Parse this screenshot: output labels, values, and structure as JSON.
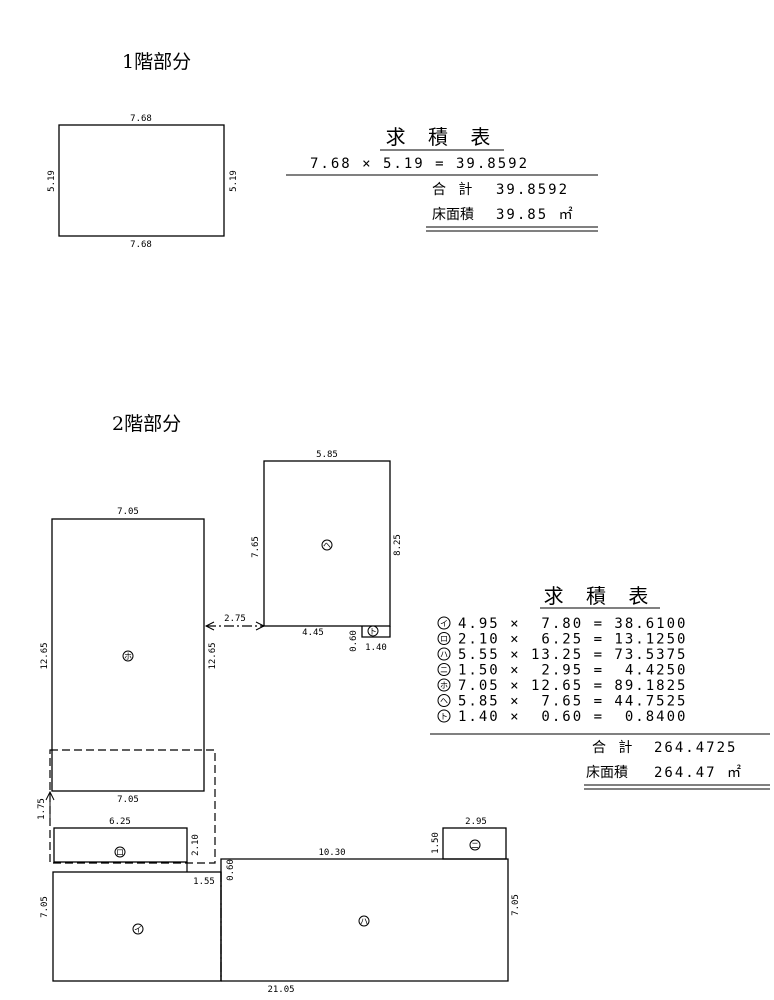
{
  "floor1": {
    "heading": "1階部分",
    "dims": {
      "top": "7.68",
      "bottom": "7.68",
      "left": "5.19",
      "right": "5.19"
    },
    "table": {
      "title": "求 積 表",
      "row": "7.68 × 5.19 = 39.8592",
      "total_label": "合 計",
      "total_value": "39.8592",
      "area_label": "床面積",
      "area_value": "39.85 ㎡"
    }
  },
  "floor2": {
    "heading": "2階部分",
    "dims": {
      "a_top": "5.85",
      "a_left": "7.65",
      "a_right": "8.25",
      "a_bottom": "4.45",
      "a_notch_h": "0.60",
      "a_notch_w": "1.40",
      "offset": "2.75",
      "b_top": "7.05",
      "b_left": "12.65",
      "b_right": "12.65",
      "b_bottom": "7.05",
      "gap": "1.75",
      "c_top": "6.25",
      "c_right": "2.10",
      "c_bottom": "1.55",
      "d_step": "0.60",
      "d_top": "10.30",
      "d_left": "7.05",
      "d_right": "7.05",
      "d_bottom": "21.05",
      "e_top": "2.95",
      "e_left": "1.50"
    },
    "markers": {
      "i": "イ",
      "ro": "ロ",
      "ha": "ハ",
      "ni": "ニ",
      "ho": "ホ",
      "he": "ヘ",
      "to": "ト"
    },
    "table": {
      "title": "求 積 表",
      "rows": [
        {
          "mark": "イ",
          "text": "4.95 ×  7.80 = 38.6100"
        },
        {
          "mark": "ロ",
          "text": "2.10 ×  6.25 = 13.1250"
        },
        {
          "mark": "ハ",
          "text": "5.55 × 13.25 = 73.5375"
        },
        {
          "mark": "ニ",
          "text": "1.50 ×  2.95 =  4.4250"
        },
        {
          "mark": "ホ",
          "text": "7.05 × 12.65 = 89.1825"
        },
        {
          "mark": "ヘ",
          "text": "5.85 ×  7.65 = 44.7525"
        },
        {
          "mark": "ト",
          "text": "1.40 ×  0.60 =  0.8400"
        }
      ],
      "total_label": "合 計",
      "total_value": "264.4725",
      "area_label": "床面積",
      "area_value": "264.47 ㎡"
    }
  }
}
